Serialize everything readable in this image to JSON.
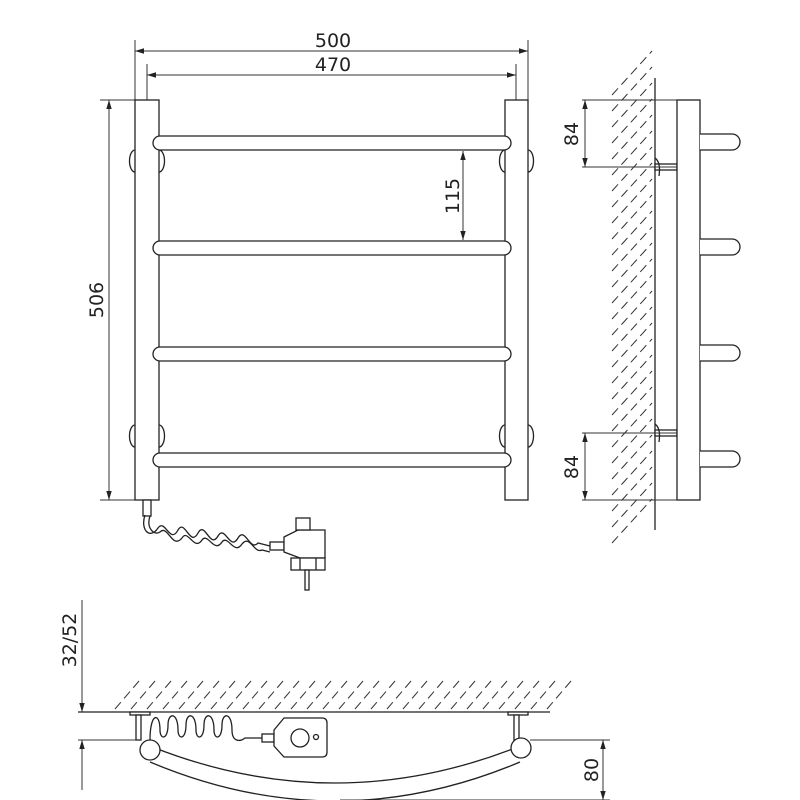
{
  "dimensions": {
    "overall_width": "500",
    "axis_width": "470",
    "height": "506",
    "bar_spacing": "115",
    "top_bracket_offset": "84",
    "bottom_bracket_offset": "84",
    "wall_gap": "32/52",
    "depth": "80"
  },
  "colors": {
    "line": "#222222",
    "background": "#ffffff"
  }
}
